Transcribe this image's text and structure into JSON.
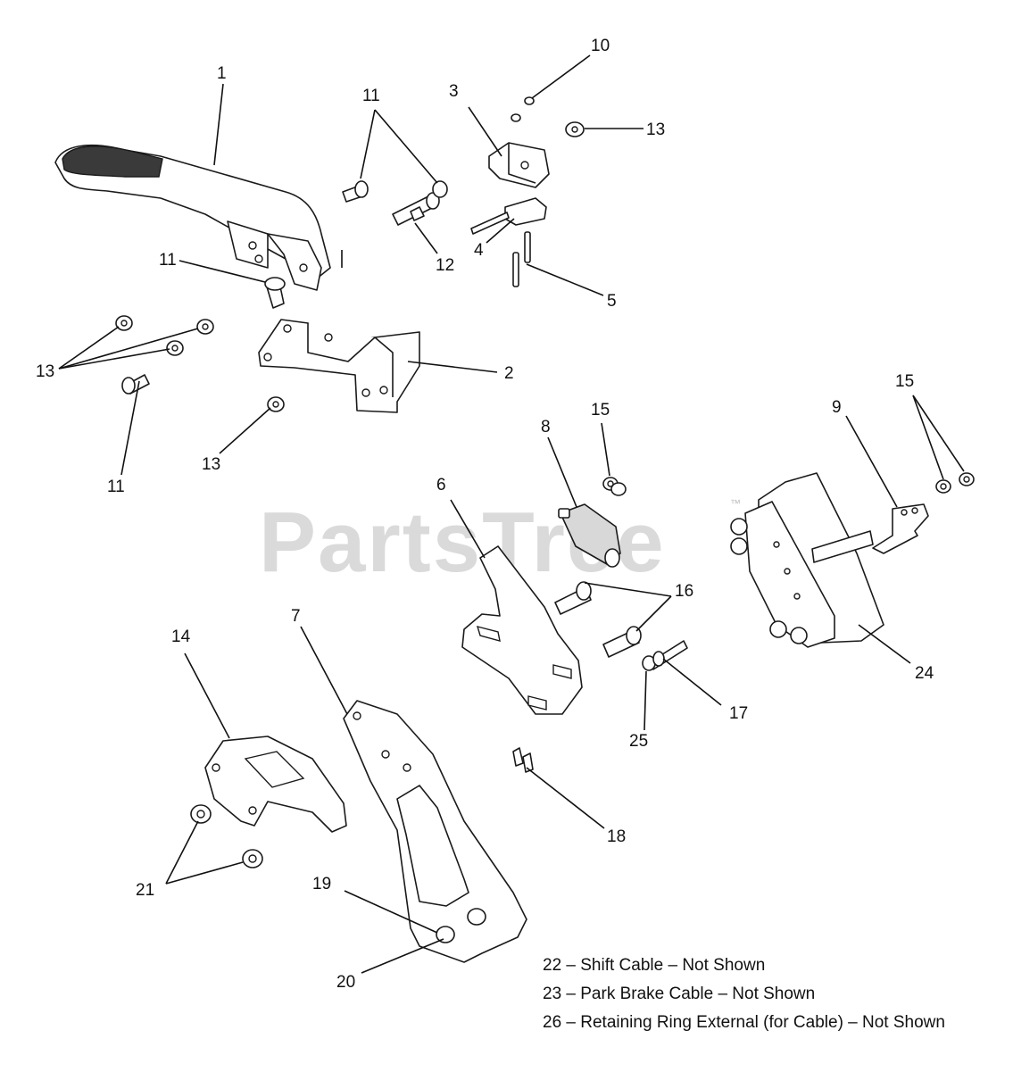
{
  "watermark": {
    "text": "PartsTree",
    "trademark": "™"
  },
  "callouts": [
    {
      "id": "c1",
      "label": "1"
    },
    {
      "id": "c2",
      "label": "2"
    },
    {
      "id": "c3",
      "label": "3"
    },
    {
      "id": "c4",
      "label": "4"
    },
    {
      "id": "c5",
      "label": "5"
    },
    {
      "id": "c6",
      "label": "6"
    },
    {
      "id": "c7",
      "label": "7"
    },
    {
      "id": "c8",
      "label": "8"
    },
    {
      "id": "c9",
      "label": "9"
    },
    {
      "id": "c10",
      "label": "10"
    },
    {
      "id": "c11a",
      "label": "11"
    },
    {
      "id": "c11b",
      "label": "11"
    },
    {
      "id": "c11c",
      "label": "11"
    },
    {
      "id": "c12",
      "label": "12"
    },
    {
      "id": "c13a",
      "label": "13"
    },
    {
      "id": "c13b",
      "label": "13"
    },
    {
      "id": "c13c",
      "label": "13"
    },
    {
      "id": "c14",
      "label": "14"
    },
    {
      "id": "c15a",
      "label": "15"
    },
    {
      "id": "c15b",
      "label": "15"
    },
    {
      "id": "c16",
      "label": "16"
    },
    {
      "id": "c17",
      "label": "17"
    },
    {
      "id": "c18",
      "label": "18"
    },
    {
      "id": "c19",
      "label": "19"
    },
    {
      "id": "c20",
      "label": "20"
    },
    {
      "id": "c21",
      "label": "21"
    },
    {
      "id": "c24",
      "label": "24"
    },
    {
      "id": "c25",
      "label": "25"
    }
  ],
  "notes": [
    "22 – Shift Cable – Not Shown",
    "23 – Park Brake Cable – Not Shown",
    "26 – Retaining Ring External (for Cable) – Not Shown"
  ]
}
